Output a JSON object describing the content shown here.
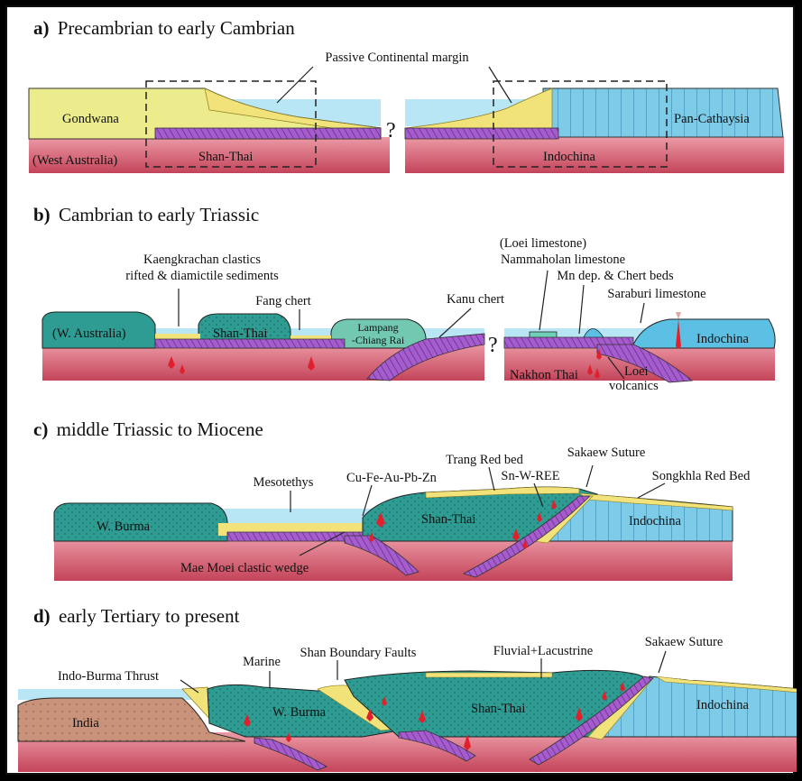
{
  "panels": [
    {
      "letter": "a)",
      "title": "Precambrian to early Cambrian",
      "labels": {
        "passive_margin": "Passive Continental margin",
        "gondwana": "Gondwana",
        "west_australia": "(West Australia)",
        "shan_thai": "Shan-Thai",
        "question": "?",
        "indochina": "Indochina",
        "pan_cathaysia": "Pan-Cathaysia"
      }
    },
    {
      "letter": "b)",
      "title": "Cambrian to early Triassic",
      "labels": {
        "kaengkrachan_1": "Kaengkrachan clastics",
        "kaengkrachan_2": "rifted & diamictile sediments",
        "fang_chert": "Fang chert",
        "w_australia": "(W. Australia)",
        "shan_thai": "Shan-Thai",
        "lampang_1": "Lampang",
        "lampang_2": "-Chiang Rai",
        "kanu_chert": "Kanu chert",
        "question": "?",
        "loei_limestone": "(Loei limestone)",
        "nammaholan": "Nammaholan limestone",
        "mn_dep": "Mn dep. & Chert beds",
        "saraburi": "Saraburi limestone",
        "indochina": "Indochina",
        "nakhon_thai": "Nakhon Thai",
        "loei_volc_1": "Loei",
        "loei_volc_2": "volcanics"
      }
    },
    {
      "letter": "c)",
      "title": "middle Triassic to Miocene",
      "labels": {
        "trang": "Trang Red bed",
        "sakaew": "Sakaew Suture",
        "mesotethys": "Mesotethys",
        "cu_fe": "Cu-Fe-Au-Pb-Zn",
        "sn_w": "Sn-W-REE",
        "songkhla": "Songkhla Red Bed",
        "w_burma": "W. Burma",
        "shan_thai": "Shan-Thai",
        "indochina": "Indochina",
        "mae_moei": "Mae Moei clastic wedge"
      }
    },
    {
      "letter": "d)",
      "title": "early Tertiary to present",
      "labels": {
        "sakaew": "Sakaew Suture",
        "marine": "Marine",
        "shan_boundary": "Shan Boundary Faults",
        "fluvial": "Fluvial+Lacustrine",
        "indo_burma": "Indo-Burma Thrust",
        "india": "India",
        "w_burma": "W. Burma",
        "shan_thai": "Shan-Thai",
        "indochina": "Indochina"
      }
    }
  ],
  "colors": {
    "mantle_top": "#e8a0a8",
    "mantle_bottom": "#c8485a",
    "sea": "#b8e6f5",
    "gondwana": "#ecec8c",
    "sediment": "#f2e27a",
    "slab": "#9a4ec0",
    "teal_block": "#2e9c92",
    "blue_block": "#5cc0e4",
    "india": "#c9927a",
    "melt": "#e0202c"
  }
}
